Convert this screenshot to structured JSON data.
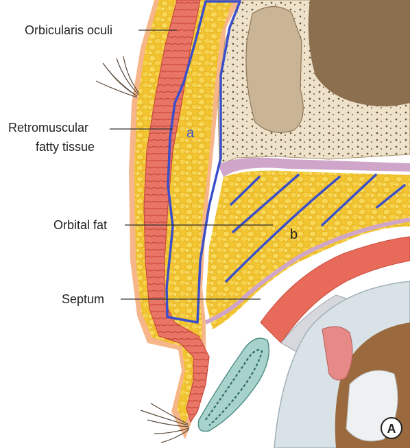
{
  "labels": {
    "orbicularis": "Orbicularis oculi",
    "retromuscular_1": "Retromuscular",
    "retromuscular_2": "fatty tissue",
    "orbital_fat": "Orbital fat",
    "septum": "Septum"
  },
  "markers": {
    "a": "a",
    "b": "b",
    "panel": "A"
  },
  "colors": {
    "fat": "#f2c531",
    "fat_light": "#f8dc6a",
    "muscle": "#e86a5a",
    "muscle_dark": "#c94a3c",
    "skin": "#f6b68a",
    "bone": "#efe2cb",
    "sinus": "#c9b496",
    "septum": "#cfa6c9",
    "annotation": "#3a4fc9"
  }
}
